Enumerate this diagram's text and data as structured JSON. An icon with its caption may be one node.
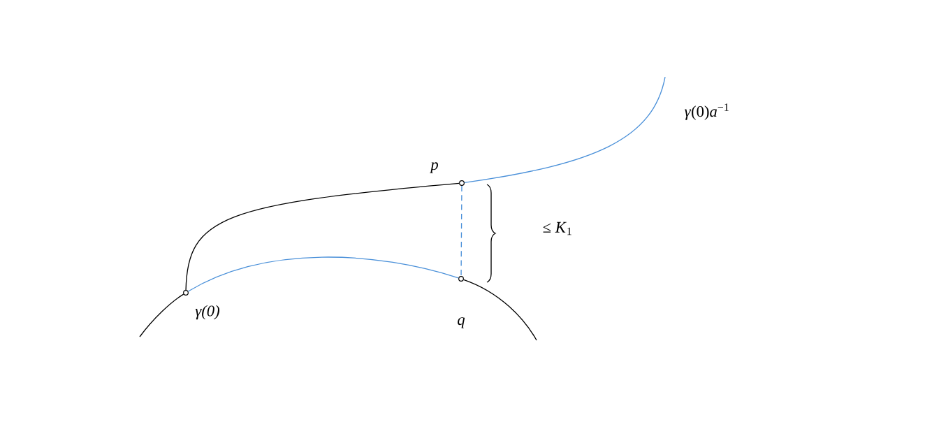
{
  "diagram": {
    "nodes": [
      {
        "text": [],
        "shape": "circle",
        "beside": [
          "γ(0)"
        ]
      },
      {
        "text": [],
        "shape": "circle",
        "beside": [
          "p"
        ]
      },
      {
        "text": [],
        "shape": "circle",
        "beside": [
          "q"
        ]
      }
    ],
    "edges": [
      {
        "from": 0,
        "to": 1,
        "arrow": "none"
      },
      {
        "from": 0,
        "to": 2,
        "arrow": "none",
        "color": "#4a90d9"
      },
      {
        "from": 1,
        "to": 2,
        "arrow": "none",
        "style": "dashed",
        "color": "#4a90d9"
      },
      {
        "from": 1,
        "to": null,
        "arrow": "none",
        "color": "#4a90d9"
      },
      {
        "from": null,
        "to": 0,
        "arrow": "none"
      },
      {
        "from": 2,
        "to": null,
        "arrow": "none"
      }
    ],
    "labels": [
      "*γ*(0)*a*$^{−1}$",
      "≤ *K*$_{1}$"
    ]
  }
}
